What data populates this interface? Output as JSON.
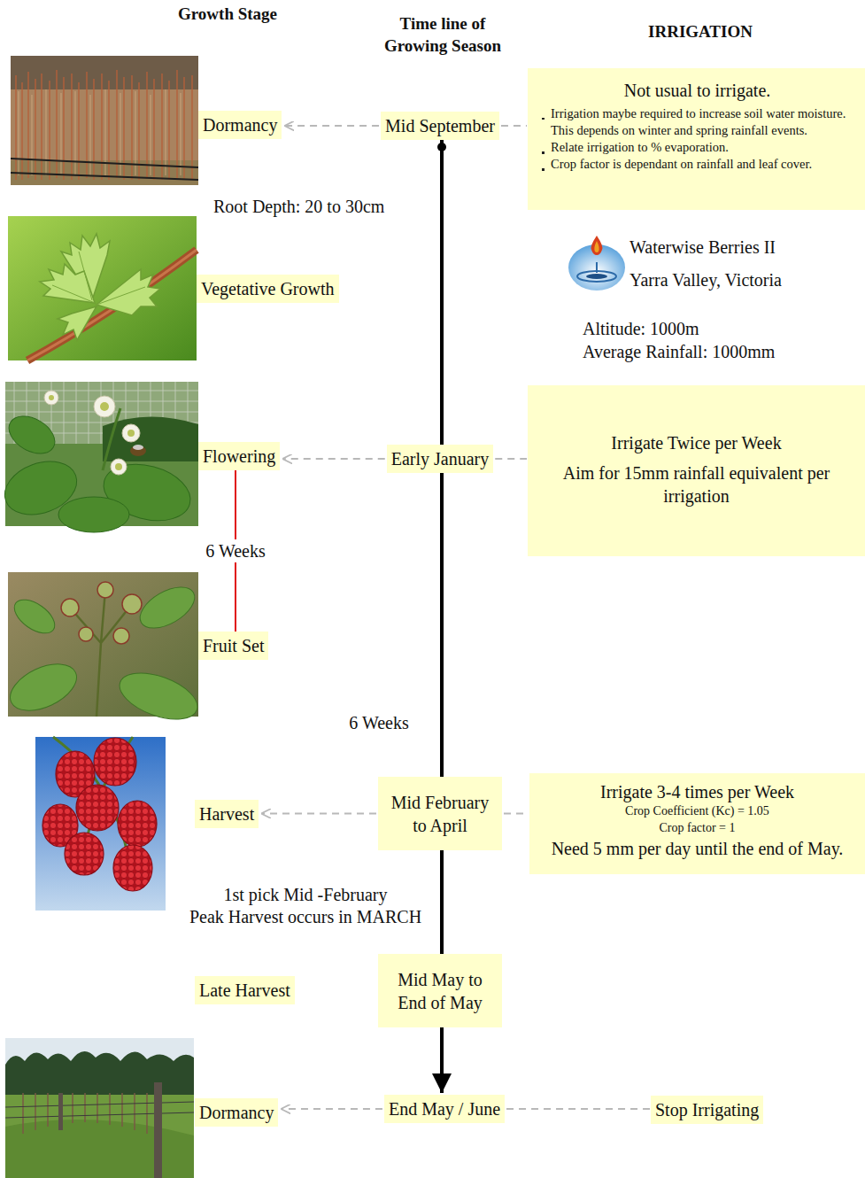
{
  "diagram": {
    "nodes": [
      {
        "text": [
          "Dormancy"
        ]
      },
      {
        "text": [
          "Mid September"
        ]
      },
      {
        "text": [
          "Not usual to irrigate.",
          "Irrigation maybe required to increase soil water moisture. This depends on winter and spring rainfall events.",
          "Relate irrigation to % evaporation.",
          "Crop factor is dependant on rainfall and leaf cover."
        ]
      },
      {
        "text": [
          "Vegetative Growth"
        ]
      },
      {
        "text": [
          "Flowering"
        ]
      },
      {
        "text": [
          "Early January"
        ]
      },
      {
        "text": [
          "Irrigate Twice per Week",
          "Aim for 15mm rainfall equivalent per irrigation"
        ]
      },
      {
        "text": [
          "Fruit Set"
        ]
      },
      {
        "text": [
          "Harvest"
        ]
      },
      {
        "text": [
          "Mid February to April"
        ]
      },
      {
        "text": [
          "Irrigate 3-4 times per Week",
          "Crop Coefficient (Kc) = 1.05",
          "Crop factor = 1",
          "Need 5 mm per day until the end of May."
        ]
      },
      {
        "text": [
          "Late Harvest"
        ]
      },
      {
        "text": [
          "Mid May to End of May"
        ]
      },
      {
        "text": [
          "Dormancy"
        ]
      },
      {
        "text": [
          "End May / June"
        ]
      },
      {
        "text": [
          "Stop Irrigating"
        ]
      }
    ],
    "edges": [
      {
        "from": 1,
        "to": 0,
        "arrow": "to"
      },
      {
        "from": 1,
        "to": 2,
        "arrow": "none"
      },
      {
        "from": 5,
        "to": 4,
        "arrow": "to"
      },
      {
        "from": 5,
        "to": 6,
        "arrow": "none"
      },
      {
        "from": 4,
        "to": 7,
        "label": "6 Weeks",
        "arrow": "none"
      },
      {
        "from": 9,
        "to": 8,
        "arrow": "to"
      },
      {
        "from": 9,
        "to": 10,
        "arrow": "none"
      },
      {
        "from": 14,
        "to": 13,
        "arrow": "to"
      },
      {
        "from": 14,
        "to": 15,
        "arrow": "none"
      },
      {
        "from": 1,
        "to": 5,
        "arrow": "none"
      },
      {
        "from": 5,
        "to": 9,
        "label": "6 Weeks",
        "arrow": "none"
      },
      {
        "from": 9,
        "to": 12,
        "arrow": "none"
      },
      {
        "from": 12,
        "to": 14,
        "arrow": "to"
      }
    ],
    "labels": [
      "Growth Stage",
      "Time line of Growing Season",
      "IRRIGATION",
      "Root Depth: 20 to 30cm",
      "Waterwise Berries II",
      "Yarra Valley, Victoria",
      "Altitude: 1000m",
      "Average Rainfall: 1000mm",
      "1st pick Mid -February",
      "Peak Harvest occurs in MARCH"
    ]
  }
}
